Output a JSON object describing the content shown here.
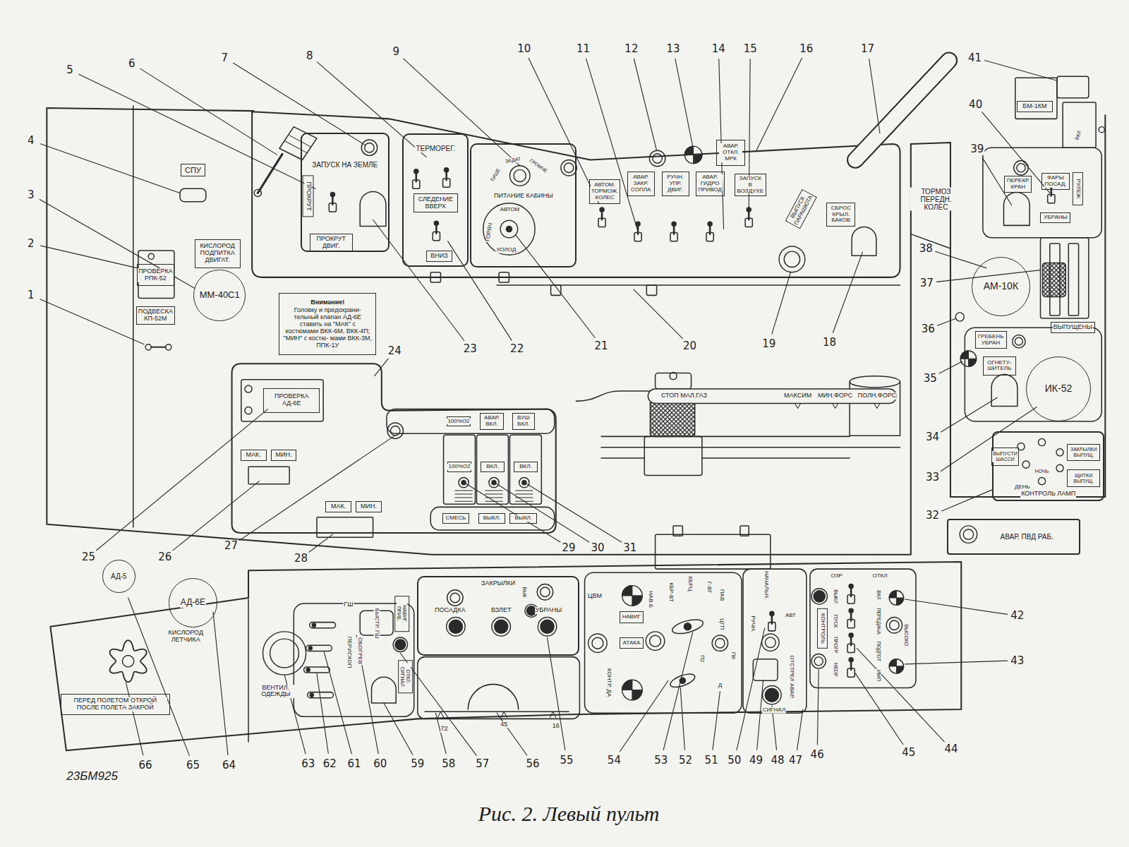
{
  "diagram": {
    "caption": "Рис. 2. Левый пульт",
    "nodes": [
      {
        "text": [
          "СПУ"
        ]
      },
      {
        "text": [
          "ПРОВЕРКА РПК-52"
        ]
      },
      {
        "text": [
          "ПОДВЕСКА КП-52М"
        ]
      },
      {
        "text": [
          "КИСЛОРОД ПОДПИТКА ДВИГАТ."
        ]
      },
      {
        "text": [
          "ММ-40С1"
        ]
      },
      {
        "text": [
          "Внимание!",
          "Головку и предохрани- тельный клапан АД-6Е ставить на \"МАК\" с костюмами ВКК-6М, ВКК-4П; \"МИН\" с костю- мами ВКК-3М, ППК-1У"
        ]
      },
      {
        "text": [
          "ЗАПУСК НА ЗЕМЛЕ"
        ]
      },
      {
        "text": [
          "ПРОКРУТ"
        ],
        "in": 6
      },
      {
        "text": [
          "ПРОКРУТ ДВИГ."
        ],
        "in": 6
      },
      {
        "text": [
          "ТЕРМОРЕГ."
        ]
      },
      {
        "text": [
          "СЛЕДЕНИЕ ВВЕРХ"
        ],
        "in": 9
      },
      {
        "text": [
          "ВНИЗ"
        ],
        "in": 9
      },
      {
        "text": [
          "ПИТАНИЕ КАБИНЫ"
        ]
      },
      {
        "text": [
          "АВТОМ. ТОРМОЖ. КОЛЕС"
        ]
      },
      {
        "text": [
          "АВАР. ЗАКР. СОПЛА"
        ]
      },
      {
        "text": [
          "РУЧН. УПР. ДВИГ."
        ]
      },
      {
        "text": [
          "АВАР. ГИДРО ПРИВОД"
        ]
      },
      {
        "text": [
          "АВАР. ОТКЛ. МРК"
        ]
      },
      {
        "text": [
          "ЗАПУСК В ВОЗДУХЕ"
        ]
      },
      {
        "text": [
          "ВЫПУСК ПАРАШЮТА"
        ]
      },
      {
        "text": [
          "СБРОС КРЫЛ. БАКОВ"
        ]
      },
      {
        "text": [
          "БМ-1КМ"
        ]
      },
      {
        "text": [
          "ФАРЫ ПОСАД."
        ]
      },
      {
        "text": [
          "РУЛЕЖ"
        ]
      },
      {
        "text": [
          "УБРАНЫ"
        ]
      },
      {
        "text": [
          "ПЕРЕКР. КРАН"
        ]
      },
      {
        "text": [
          "АМ-10К"
        ]
      },
      {
        "text": [
          "ВЫПУЩЕНЫ"
        ]
      },
      {
        "text": [
          "ГРЕБЕНЬ УБРАН"
        ]
      },
      {
        "text": [
          "ОГНЕТУ- ШИТЕЛЬ"
        ]
      },
      {
        "text": [
          "ИК-52"
        ]
      },
      {
        "text": [
          "КОНТРОЛЬ ЛАМП"
        ]
      },
      {
        "text": [
          "ВЫПУСТИ ШАССИ"
        ],
        "in": 31
      },
      {
        "text": [
          "ЗАКРЫЛКИ ВЫПУЩ."
        ],
        "in": 31
      },
      {
        "text": [
          "ЩИТКИ ВЫПУЩ."
        ],
        "in": 31
      },
      {
        "text": [
          "АВАР. ПВД РАБ."
        ]
      },
      {
        "text": [
          "ПРОВЕРКА АД-6Е"
        ]
      },
      {
        "text": [
          "МАК."
        ]
      },
      {
        "text": [
          "МИН."
        ]
      },
      {
        "text": [
          "МАК."
        ]
      },
      {
        "text": [
          "МИН."
        ]
      },
      {
        "text": [
          "100%О2"
        ]
      },
      {
        "text": [
          "АВАР. ВКЛ."
        ]
      },
      {
        "text": [
          "ВУШ ВКЛ."
        ]
      },
      {
        "text": [
          "100%О2"
        ]
      },
      {
        "text": [
          "ВКЛ."
        ]
      },
      {
        "text": [
          "ВКЛ."
        ]
      },
      {
        "text": [
          "СМЕСЬ"
        ]
      },
      {
        "text": [
          "ВЫКЛ."
        ]
      },
      {
        "text": [
          "ВЫКЛ."
        ]
      },
      {
        "text": [
          "АД-5"
        ]
      },
      {
        "text": [
          "АД-6Е"
        ]
      },
      {
        "text": [
          "ПЕРЕД ПОЛЕТОМ ОТКРОЙ ПОСЛЕ ПОЛЕТА ЗАКРОЙ"
        ]
      },
      {
        "text": [
          "ЗАКРЫЛКИ"
        ]
      },
      {
        "text": [
          "НАВИГ. ПРИБ."
        ]
      },
      {
        "text": [
          "ОТКЛ. СИГНАЛ"
        ]
      },
      {
        "text": [
          "НАВИГ"
        ]
      },
      {
        "text": [
          "АТАКА"
        ]
      },
      {
        "text": [
          "КОНТРОЛЬ"
        ]
      }
    ],
    "labels": [
      "1",
      "2",
      "3",
      "4",
      "5",
      "6",
      "7",
      "8",
      "9",
      "10",
      "11",
      "12",
      "13",
      "14",
      "15",
      "16",
      "17",
      "18",
      "19",
      "20",
      "21",
      "22",
      "23",
      "24",
      "25",
      "26",
      "27",
      "28",
      "29",
      "30",
      "31",
      "32",
      "33",
      "34",
      "35",
      "36",
      "37",
      "38",
      "39",
      "40",
      "41",
      "42",
      "43",
      "44",
      "45",
      "46",
      "47",
      "48",
      "49",
      "50",
      "51",
      "52",
      "53",
      "54",
      "55",
      "56",
      "57",
      "58",
      "59",
      "60",
      "61",
      "62",
      "63",
      "64",
      "65",
      "66",
      "ТИШЕ",
      "ЗАДАТ",
      "ГРОМЧЕ",
      "АВТОМ",
      "ГОРЯЧ",
      "ХОЛОД",
      "ТОРМОЗ ПЕРЕДН. КОЛЕС",
      "ВКЛ",
      "ДЕНЬ",
      "НОЧЬ",
      "СТОП МАЛ.ГАЗ",
      "МАКСИМ",
      "МИН.ФОРС",
      "ПОЛН.ФОРС",
      "КИСЛОРОД ЛЕТЧИКА",
      "ВЕНТИЛ. ОДЕЖДЫ",
      "ГШ",
      "БЫСТР. ГШ",
      "ОБОГРЕВ",
      "ПЕРИСКОП",
      "ПОСАДКА",
      "ВЗЛЕТ",
      "ВЫК",
      "УБРАНЫ",
      "72",
      "45",
      "16",
      "ЦВМ",
      "НАВ.Б",
      "КБР-ВТ",
      "КБРЦ",
      "Г-ВТ",
      "ПАВ",
      "ЦГП",
      "КОНТР. ДА",
      "П2",
      "ПК",
      "Д",
      "НАЧАЛЬН.",
      "РУЧН.",
      "АВТ",
      "ОТСТРЕЛ АВАР.",
      "СИГНАЛ",
      "ОЗР",
      "ВЫКЛ",
      "ПУСК",
      "ПРОГР",
      "НЕОР",
      "ОТКЛ",
      "ВКЛ",
      "ПЕРЕДАЧА",
      "ПОДГОТ",
      "ИМП",
      "ВЫСОКО",
      "23БМ925"
    ]
  }
}
